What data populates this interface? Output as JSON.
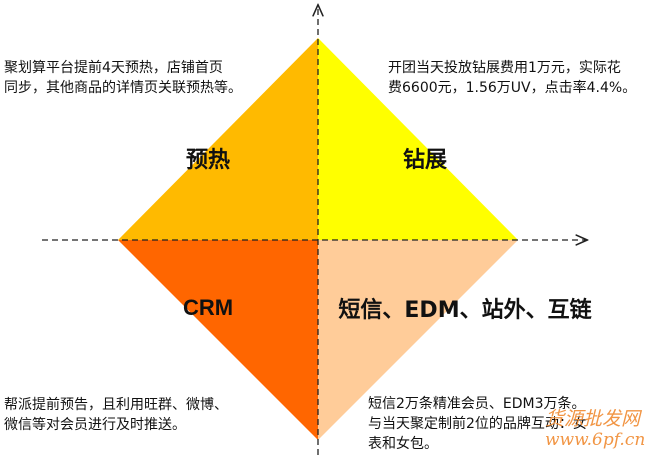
{
  "quadrants": {
    "top_left": {
      "label": "预热",
      "color": "#FFBA00",
      "note_lines": [
        "聚划算平台提前4天预热，店铺首页",
        "同步，其他商品的详情页关联预热等。"
      ]
    },
    "top_right": {
      "label": "钻展",
      "color": "#FFFF00",
      "note_lines": [
        "开团当天投放钻展费用1万元，实际花",
        "费6600元，1.56万UV，点击率4.4%。"
      ]
    },
    "bottom_left": {
      "label": "CRM",
      "color": "#FF6600",
      "note_lines": [
        "帮派提前预告，且利用旺群、微博、",
        "微信等对会员进行及时推送。"
      ]
    },
    "bottom_right": {
      "label": "短信、EDM、站外、互链",
      "color": "#FFCC99",
      "note_lines": [
        "短信2万条精准会员、EDM3万条。",
        "与当天聚定制前2位的品牌互动：女",
        "表和女包。"
      ]
    }
  },
  "watermark": {
    "line1": "货源批发网",
    "line2": "www.6pf.cn"
  }
}
